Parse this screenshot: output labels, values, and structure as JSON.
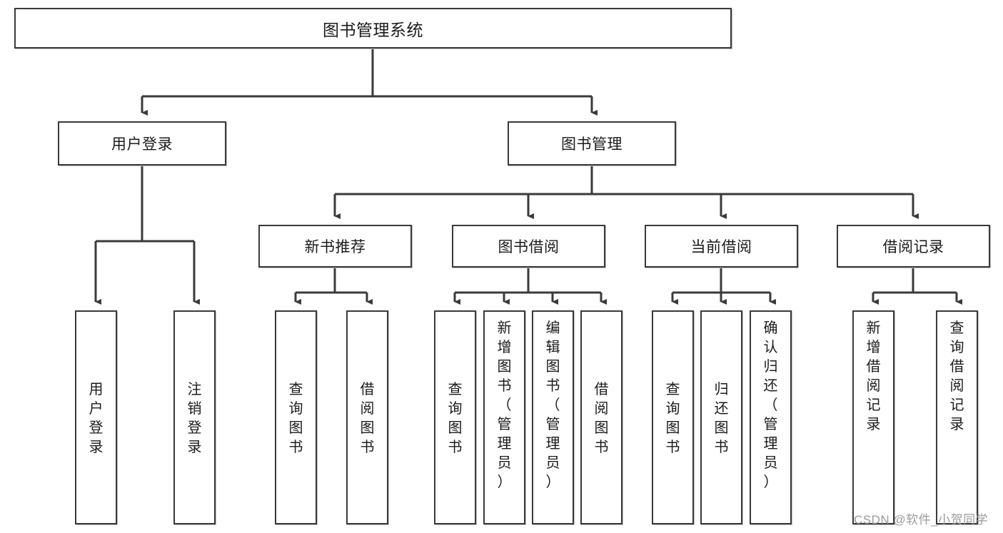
{
  "diagram": {
    "title": "图书管理系统",
    "root": {
      "label": "图书管理系统"
    },
    "level2": [
      {
        "label": "用户登录"
      },
      {
        "label": "图书管理"
      }
    ],
    "level3": [
      {
        "label": "新书推荐"
      },
      {
        "label": "图书借阅"
      },
      {
        "label": "当前借阅"
      },
      {
        "label": "借阅记录"
      }
    ],
    "leaves": [
      {
        "label": "用户登录",
        "parent": "用户登录"
      },
      {
        "label": "注销登录",
        "parent": "用户登录"
      },
      {
        "label": "查询图书",
        "parent": "新书推荐"
      },
      {
        "label": "借阅图书",
        "parent": "新书推荐"
      },
      {
        "label": "查询图书",
        "parent": "图书借阅"
      },
      {
        "label": "新增图书（管理员）",
        "parent": "图书借阅"
      },
      {
        "label": "编辑图书（管理员）",
        "parent": "图书借阅"
      },
      {
        "label": "借阅图书",
        "parent": "图书借阅"
      },
      {
        "label": "查询图书",
        "parent": "当前借阅"
      },
      {
        "label": "归还图书",
        "parent": "当前借阅"
      },
      {
        "label": "确认归还（管理员）",
        "parent": "当前借阅"
      },
      {
        "label": "新增借阅记录",
        "parent": "借阅记录"
      },
      {
        "label": "查询借阅记录",
        "parent": "借阅记录"
      }
    ],
    "watermark": "CSDN @软件_小贺同学",
    "colors": {
      "stroke": "#3a3a3a",
      "fill": "#ffffff",
      "text": "#1b1b1b",
      "watermark": "#9a9a9a"
    }
  }
}
